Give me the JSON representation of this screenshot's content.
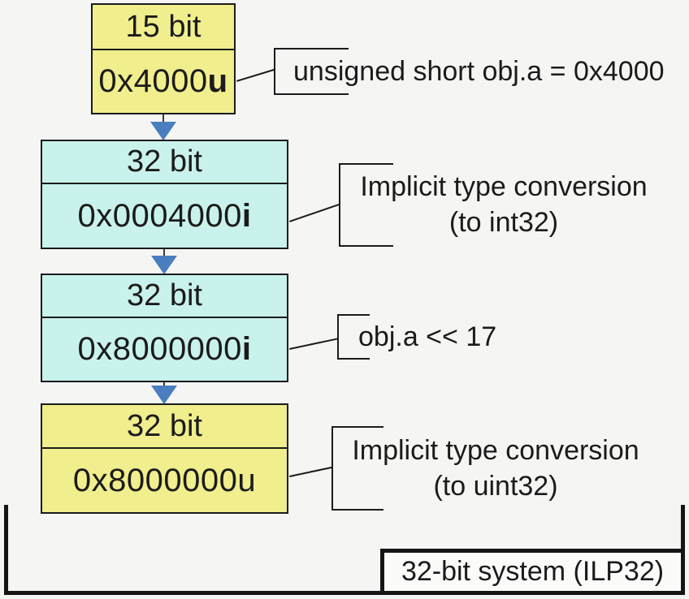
{
  "diagram": {
    "title_hint": "Implicit type conversion flow on a 32-bit system",
    "colors": {
      "background": "#f5f5f3",
      "yellow_box": "#f0ee8d",
      "cyan_box": "#c9f2ec",
      "arrow_blue": "#4a7ebf",
      "line_black": "#1b1b1b"
    },
    "boxes": [
      {
        "bits": "15 bit",
        "value": "0x4000",
        "suffix": "u",
        "fill": "yellow"
      },
      {
        "bits": "32 bit",
        "value": "0x0004000",
        "suffix": "i",
        "fill": "cyan"
      },
      {
        "bits": "32 bit",
        "value": "0x8000000",
        "suffix": "i",
        "fill": "cyan"
      },
      {
        "bits": "32 bit",
        "value": "0x8000000",
        "suffix": "u",
        "fill": "yellow"
      }
    ],
    "annotations": [
      {
        "lines": [
          "unsigned short obj.a = 0x4000"
        ]
      },
      {
        "lines": [
          "Implicit type conversion",
          "(to int32)"
        ]
      },
      {
        "lines": [
          "obj.a << 17"
        ]
      },
      {
        "lines": [
          "Implicit type conversion",
          "(to uint32)"
        ]
      }
    ],
    "system_label": "32-bit system (ILP32)"
  }
}
